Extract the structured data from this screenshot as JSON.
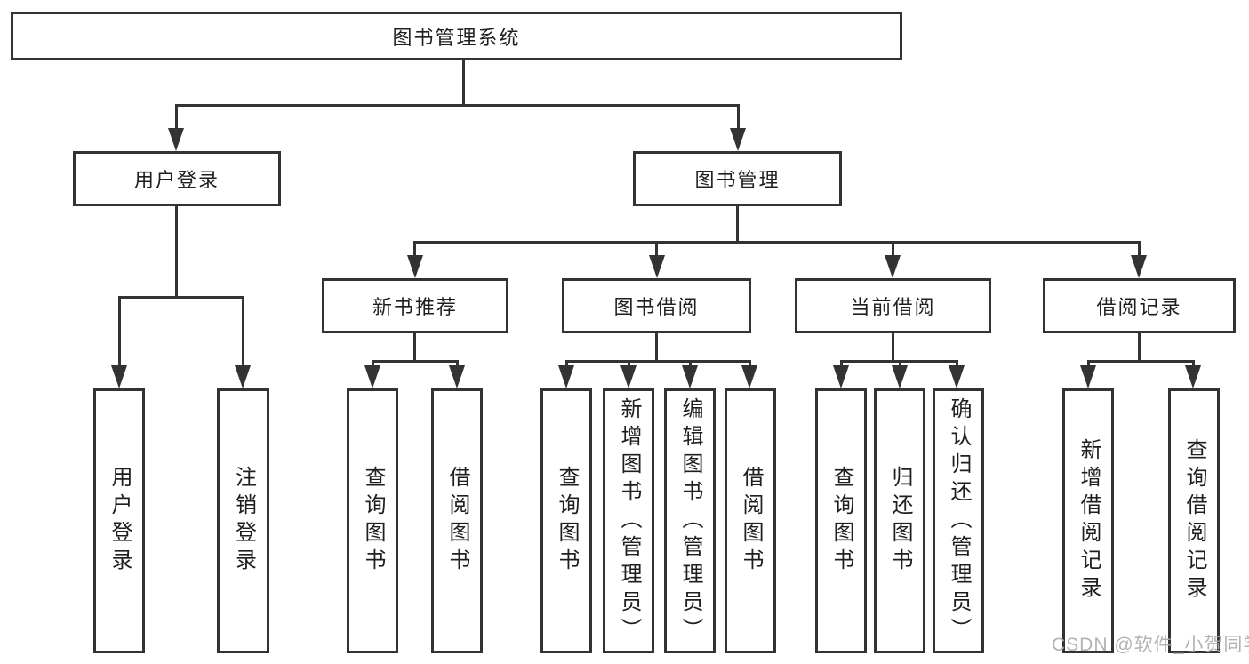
{
  "tree": {
    "label": "图书管理系统",
    "children": [
      {
        "label": "用户登录",
        "children": [
          {
            "label": "用户登录"
          },
          {
            "label": "注销登录"
          }
        ]
      },
      {
        "label": "图书管理",
        "children": [
          {
            "label": "新书推荐",
            "children": [
              {
                "label": "查询图书"
              },
              {
                "label": "借阅图书"
              }
            ]
          },
          {
            "label": "图书借阅",
            "children": [
              {
                "label": "查询图书"
              },
              {
                "label": "新增图书（管理员）"
              },
              {
                "label": "编辑图书（管理员）"
              },
              {
                "label": "借阅图书"
              }
            ]
          },
          {
            "label": "当前借阅",
            "children": [
              {
                "label": "查询图书"
              },
              {
                "label": "归还图书"
              },
              {
                "label": "确认归还（管理员）"
              }
            ]
          },
          {
            "label": "借阅记录",
            "children": [
              {
                "label": "新增借阅记录"
              },
              {
                "label": "查询借阅记录"
              }
            ]
          }
        ]
      }
    ]
  },
  "watermark": {
    "text": "CSDN @软件_小贺同学"
  },
  "colors": {
    "line": "#333333",
    "box_border": "#333333",
    "box_fill": "#ffffff",
    "text": "#1f1f1f",
    "watermark": "#acacac"
  }
}
